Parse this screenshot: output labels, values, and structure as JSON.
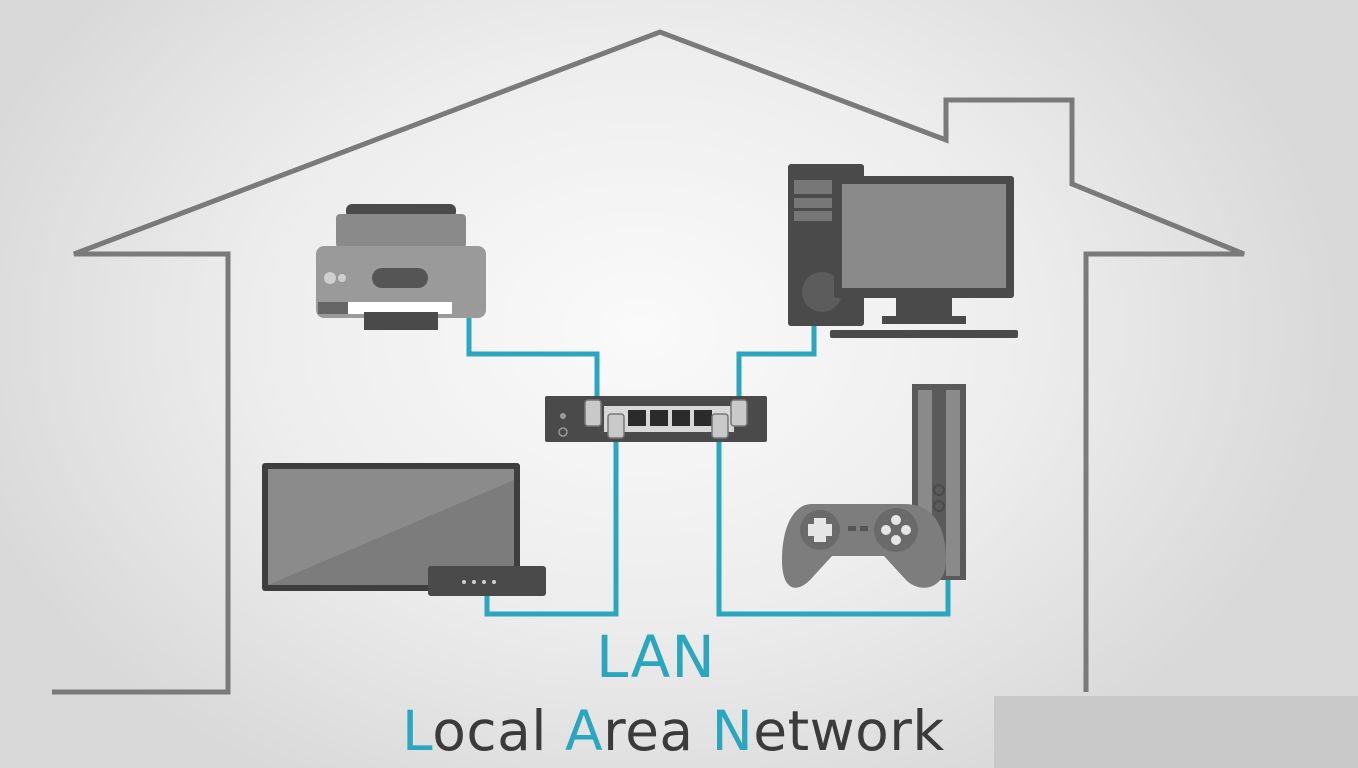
{
  "caption": {
    "acronym": "LAN",
    "expansion": [
      {
        "initial": "L",
        "rest": "ocal "
      },
      {
        "initial": "A",
        "rest": "rea "
      },
      {
        "initial": "N",
        "rest": "etwork"
      }
    ]
  },
  "colors": {
    "cable": "#2aa6bf",
    "house_outline": "#7a7a7a",
    "device_dark": "#4a4a4a",
    "device_mid": "#8a8a8a",
    "text_dark": "#3b3b3b"
  },
  "devices": {
    "printer": "printer-icon",
    "desktop_computer": "desktop-computer-icon",
    "network_switch": "network-switch-icon",
    "television": "television-icon",
    "set_top_box": "set-top-box-icon",
    "game_console": "game-console-icon",
    "gamepad": "gamepad-icon"
  }
}
